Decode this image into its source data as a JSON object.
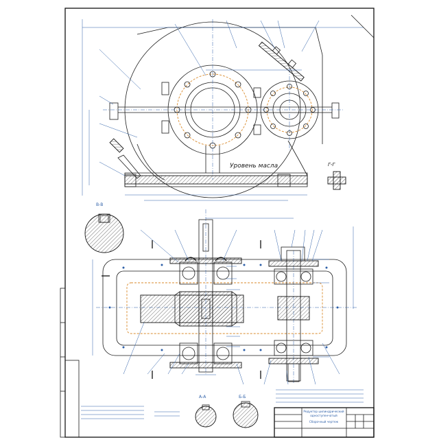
{
  "views": {
    "top": {
      "label_oil_level": "Уровень масла"
    },
    "section_gg": {
      "title": "Г-Г"
    },
    "section_bb": {
      "title": "В-В"
    },
    "section_aa": {
      "title": "А-А"
    },
    "section_bb2": {
      "title": "Б-Б"
    }
  },
  "title_block": {
    "name_line1": "Редуктор цилиндрический",
    "name_line2": "одноступенчатый",
    "name_line3": "Сборочный чертеж"
  }
}
